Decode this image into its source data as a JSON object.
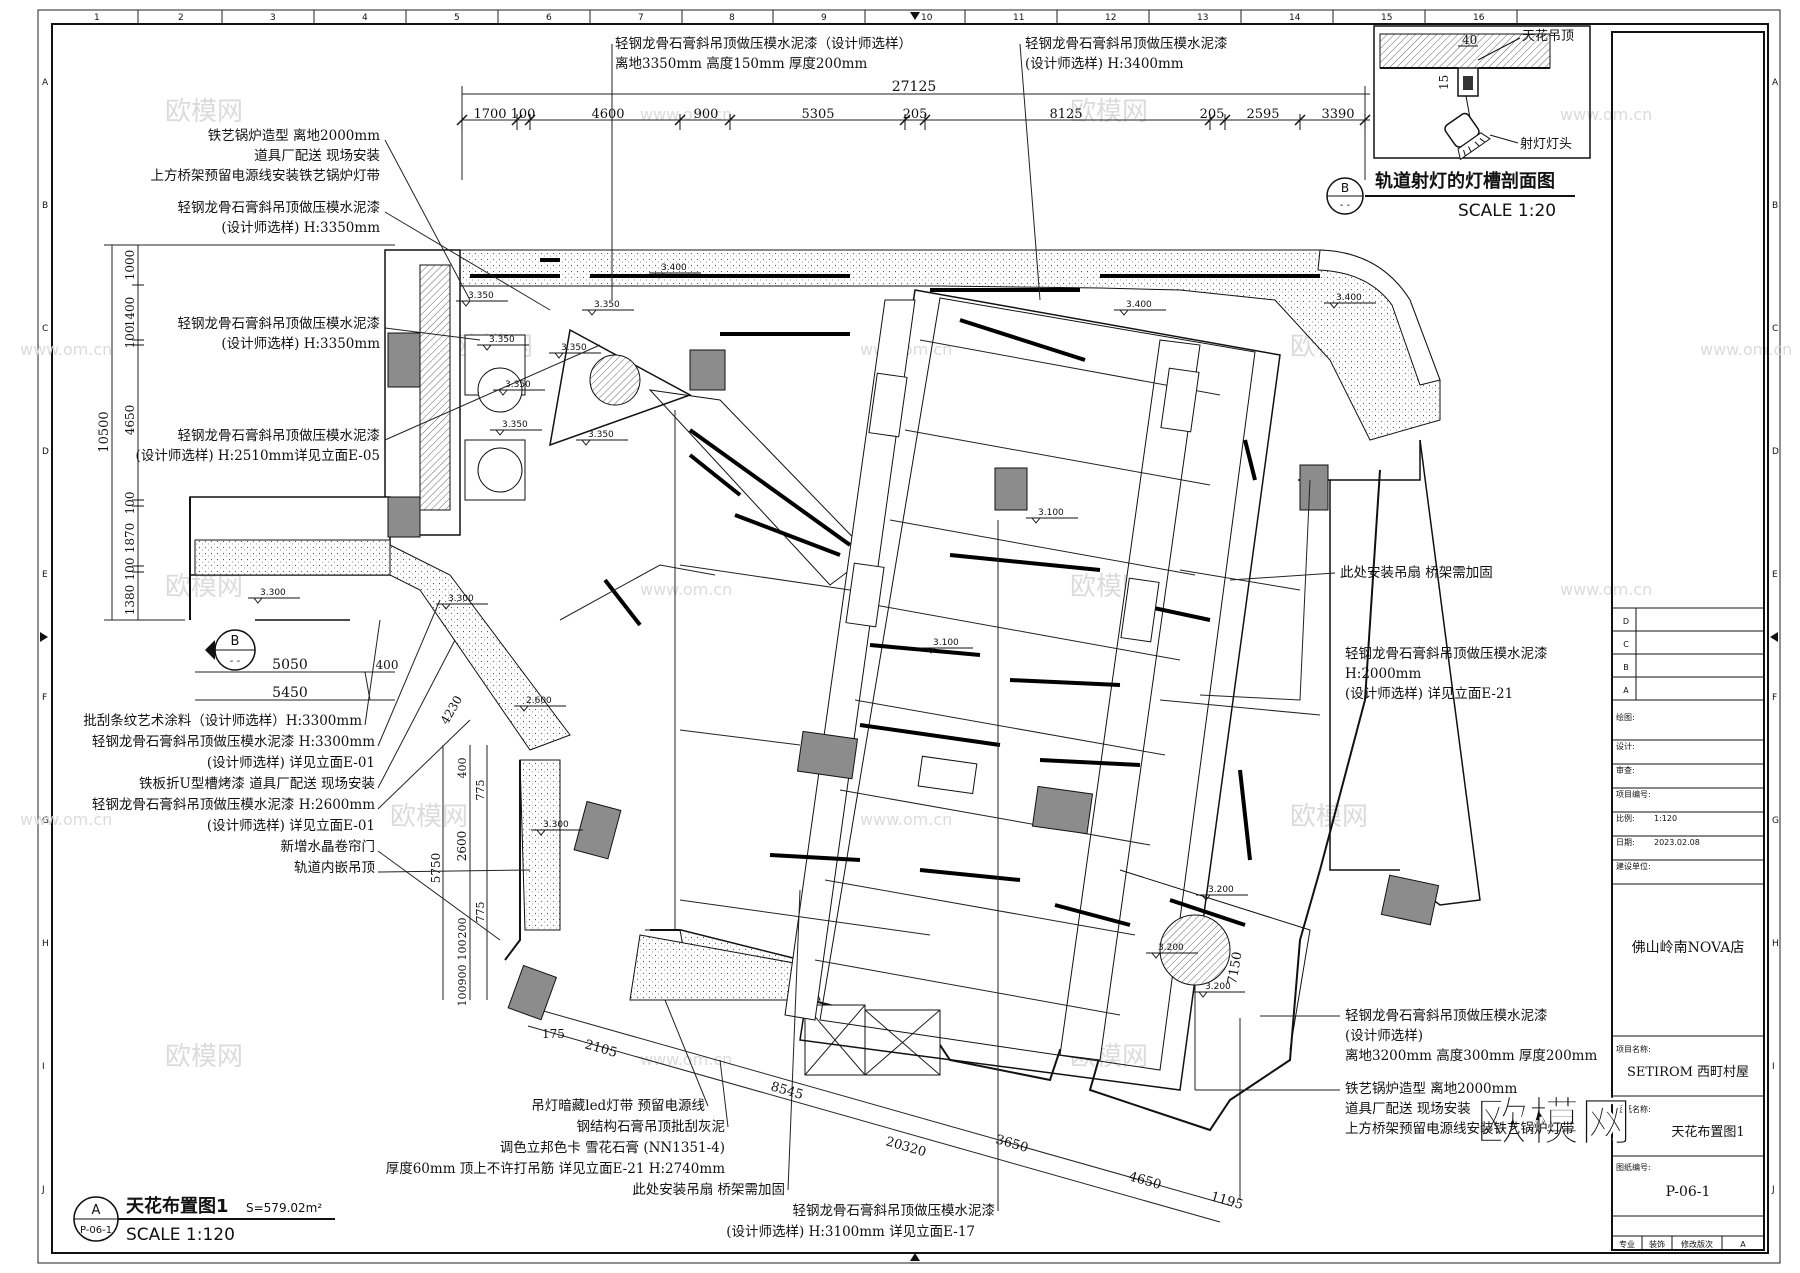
{
  "watermark": {
    "brand": "欧模网",
    "url": "www.om.cn",
    "corner_logo": "欧模网"
  },
  "detail": {
    "title": "轨道射灯的灯槽剖面图",
    "scale": "SCALE 1:20",
    "mark": "B",
    "label_ceiling": "天花吊顶",
    "label_lamp": "射灯灯头",
    "dim_40": "40",
    "dim_15": "15"
  },
  "dimensions_top": [
    "27125",
    "1700",
    "100",
    "4600",
    "900",
    "5305",
    "205",
    "8125",
    "205",
    "2595",
    "3390"
  ],
  "dimensions_left": [
    "10500",
    "1000",
    "1400",
    "100",
    "4650",
    "100",
    "1870",
    "100",
    "1380"
  ],
  "dimensions_lower": [
    "5050",
    "5450",
    "400",
    "4230",
    "5750",
    "2600",
    "775",
    "400",
    "200",
    "775",
    "100",
    "900",
    "100"
  ],
  "dimensions_bottom": [
    "175",
    "2105",
    "8545",
    "20320",
    "3650",
    "4650",
    "1195",
    "7150"
  ],
  "levels": [
    "3.400",
    "3.350",
    "3.350",
    "3.350",
    "3.350",
    "3.350",
    "3.350",
    "3.350",
    "3.400",
    "3.400",
    "3.300",
    "3.300",
    "3.100",
    "3.100",
    "2.600",
    "3.300",
    "3.200",
    "3.200",
    "3.200"
  ],
  "section_marker": {
    "letter": "B"
  },
  "annotations": {
    "top_left": [
      "铁艺锅炉造型 离地2000mm",
      "道具厂配送 现场安装",
      "上方桥架预留电源线安装铁艺锅炉灯带"
    ],
    "a2": [
      "轻钢龙骨石膏斜吊顶做压模水泥漆",
      "(设计师选样) H:3350mm"
    ],
    "a3": [
      "轻钢龙骨石膏斜吊顶做压模水泥漆",
      "(设计师选样) H:3350mm"
    ],
    "a4": [
      "轻钢龙骨石膏斜吊顶做压模水泥漆",
      "(设计师选样) H:2510mm详见立面E-05"
    ],
    "top_mid": [
      "轻钢龙骨石膏斜吊顶做压模水泥漆（设计师选样）",
      "离地3350mm 高度150mm 厚度200mm"
    ],
    "top_right": [
      "轻钢龙骨石膏斜吊顶做压模水泥漆",
      "(设计师选样) H:3400mm"
    ],
    "left_list": [
      "批刮条纹艺术涂料（设计师选样）H:3300mm",
      "轻钢龙骨石膏斜吊顶做压模水泥漆 H:3300mm",
      "(设计师选样) 详见立面E-01",
      "铁板折U型槽烤漆 道具厂配送 现场安装",
      "轻钢龙骨石膏斜吊顶做压模水泥漆 H:2600mm",
      "(设计师选样) 详见立面E-01",
      "新增水晶卷帘门",
      "轨道内嵌吊顶"
    ],
    "right_1": "此处安装吊扇 桥架需加固",
    "right_2": [
      "轻钢龙骨石膏斜吊顶做压模水泥漆",
      "H:2000mm",
      "(设计师选样) 详见立面E-21"
    ],
    "right_3": [
      "轻钢龙骨石膏斜吊顶做压模水泥漆",
      "(设计师选样)",
      "离地3200mm 高度300mm 厚度200mm"
    ],
    "right_4": [
      "铁艺锅炉造型 离地2000mm",
      "道具厂配送 现场安装",
      "上方桥架预留电源线安装铁艺锅炉灯带"
    ],
    "bottom_mid": [
      "吊灯暗藏led灯带 预留电源线",
      "钢结构石膏吊顶批刮灰泥",
      "调色立邦色卡 雪花石膏 (NN1351-4)",
      "厚度60mm 顶上不许打吊筋 详见立面E-21 H:2740mm",
      "此处安装吊扇 桥架需加固"
    ],
    "bottom_center": [
      "轻钢龙骨石膏斜吊顶做压模水泥漆",
      "(设计师选样) H:3100mm 详见立面E-17"
    ]
  },
  "plan_title": {
    "title": "天花布置图1",
    "area": "S=579.02m²",
    "scale": "SCALE 1:120",
    "mark": "A",
    "ref": "P-06-1"
  },
  "title_block": {
    "rev_rows": [
      "D",
      "C",
      "B",
      "A"
    ],
    "drawn": "绘图:",
    "design": "设计:",
    "check": "审查:",
    "project_no": "项目编号:",
    "scale_label": "比例:",
    "scale_value": "1:120",
    "date_label": "日期:",
    "date_value": "2023.02.08",
    "client_label": "建设单位:",
    "client": "佛山岭南NOVA店",
    "project_label": "项目名称:",
    "project": "SETIROM 西町村屋",
    "drawing_name_label": "图纸名称:",
    "drawing_name": "天花布置图1",
    "drawing_no_label": "图纸编号:",
    "drawing_no": "P-06-1",
    "footer": [
      "专业",
      "装饰",
      "修改版次",
      "A"
    ]
  },
  "grid_numbers": [
    "1",
    "2",
    "3",
    "4",
    "5",
    "6",
    "7",
    "8",
    "9",
    "10",
    "11",
    "12",
    "13",
    "14",
    "15",
    "16"
  ],
  "grid_letters": [
    "A",
    "B",
    "C",
    "D",
    "E",
    "F",
    "G",
    "H",
    "I",
    "J"
  ]
}
